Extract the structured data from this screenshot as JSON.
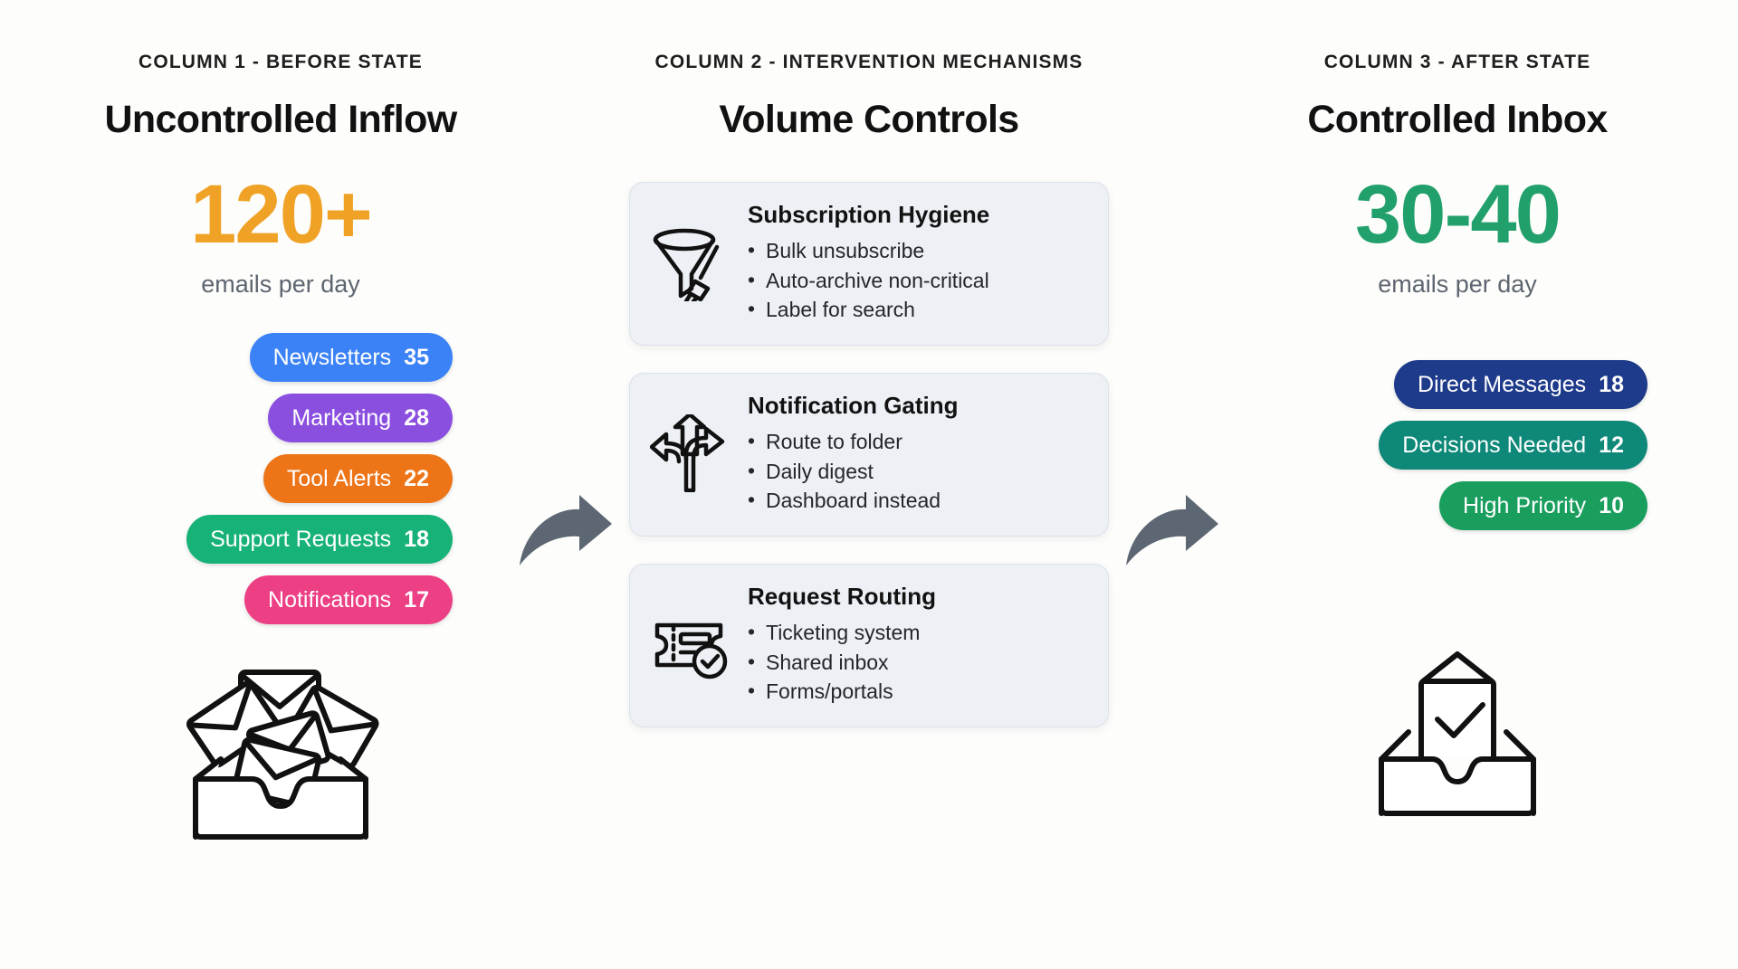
{
  "theme": {
    "background": "#FDFDFB",
    "card_bg": "#EDF0F5",
    "card_border": "#DCE1E9",
    "arrow_color": "#5D6773",
    "stat_orange": "#EFA225",
    "stat_green": "#22A06B",
    "muted_text": "#5D6570"
  },
  "columns": {
    "left": {
      "eyebrow": "COLUMN 1 - BEFORE STATE",
      "title": "Uncontrolled Inflow",
      "stat_value": "120+",
      "stat_label": "emails per day",
      "pills": [
        {
          "label": "Newsletters",
          "value": "35",
          "color": "#3B82F6"
        },
        {
          "label": "Marketing",
          "value": "28",
          "color": "#8B4FE0"
        },
        {
          "label": "Tool Alerts",
          "value": "22",
          "color": "#ED7518"
        },
        {
          "label": "Support Requests",
          "value": "18",
          "color": "#17B278"
        },
        {
          "label": "Notifications",
          "value": "17",
          "color": "#EC3F84"
        }
      ],
      "art": "overflowing-inbox-icon"
    },
    "middle": {
      "eyebrow": "COLUMN 2 - INTERVENTION MECHANISMS",
      "title": "Volume Controls",
      "cards": [
        {
          "icon": "funnel-brush-icon",
          "title": "Subscription Hygiene",
          "items": [
            "Bulk unsubscribe",
            "Auto-archive non-critical",
            "Label for search"
          ]
        },
        {
          "icon": "branching-arrows-icon",
          "title": "Notification Gating",
          "items": [
            "Route to folder",
            "Daily digest",
            "Dashboard instead"
          ]
        },
        {
          "icon": "ticket-check-icon",
          "title": "Request Routing",
          "items": [
            "Ticketing system",
            "Shared inbox",
            "Forms/portals"
          ]
        }
      ]
    },
    "right": {
      "eyebrow": "COLUMN 3 - AFTER STATE",
      "title": "Controlled Inbox",
      "stat_value": "30-40",
      "stat_label": "emails per day",
      "pills": [
        {
          "label": "Direct Messages",
          "value": "18",
          "color": "#1E3A8A"
        },
        {
          "label": "Decisions Needed",
          "value": "12",
          "color": "#0E8878"
        },
        {
          "label": "High Priority",
          "value": "10",
          "color": "#1A9E5E"
        }
      ],
      "art": "organized-inbox-check-icon"
    }
  },
  "connectors": [
    {
      "name": "arrow-left-to-middle",
      "icon": "curved-arrow-right-icon"
    },
    {
      "name": "arrow-middle-to-right",
      "icon": "curved-arrow-right-icon"
    }
  ]
}
